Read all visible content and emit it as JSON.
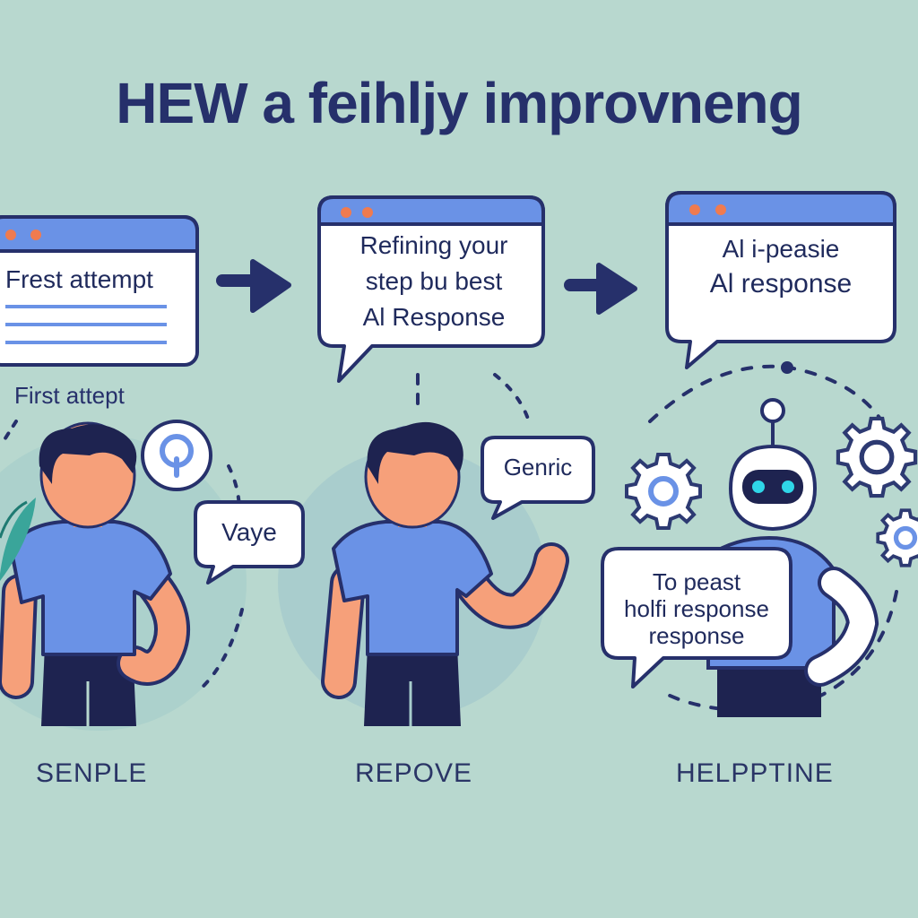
{
  "title": "HEW a feihljy improvneng",
  "colors": {
    "background": "#b8d8cf",
    "navy": "#26306b",
    "browser_bar": "#6a92e6",
    "shirt": "#6a92e6",
    "skin": "#f6a07a",
    "hair": "#1e2350",
    "dot": "#f07b4f",
    "eye": "#2fd6e8",
    "gear": "#2d3a72"
  },
  "steps": [
    {
      "window_text": "Frest attempt",
      "sub_label": "First attept",
      "bubble_text": "Vaye",
      "caption": "SENPLE"
    },
    {
      "window_lines": [
        "Refining your",
        "step bu best",
        "Al Response"
      ],
      "bubble_text": "Genric",
      "caption": "REPOVE"
    },
    {
      "window_lines": [
        "Al i-peasie",
        "Al response"
      ],
      "bubble_lines": [
        "To peast",
        "holfi response",
        "response"
      ],
      "caption": "HELPPTINE"
    }
  ],
  "icons": [
    "arrow-right-icon",
    "keyhole-icon",
    "gear-icon",
    "robot-icon",
    "leaf-icon"
  ]
}
